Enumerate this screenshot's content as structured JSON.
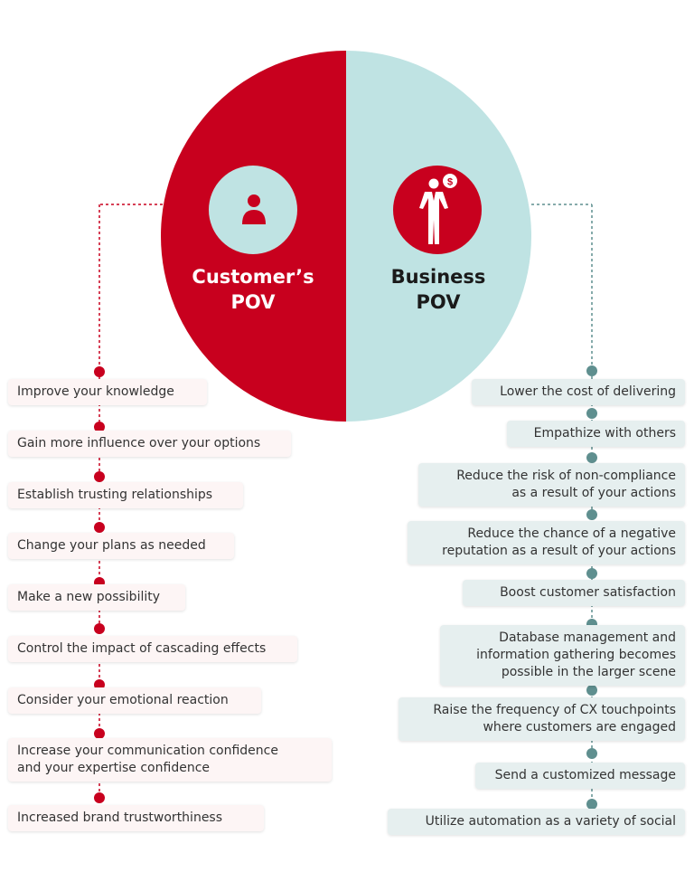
{
  "colors": {
    "customer": "#c8001e",
    "business": "#bfe3e3",
    "customer_connector": "#c8001e",
    "business_connector": "#5f8f8f"
  },
  "customer": {
    "icon": "person-icon",
    "title_lines": [
      "Customer’s",
      "POV"
    ],
    "items": [
      {
        "lines": [
          "Improve your knowledge"
        ]
      },
      {
        "lines": [
          "Gain more influence over your options"
        ]
      },
      {
        "lines": [
          "Establish trusting relationships"
        ]
      },
      {
        "lines": [
          "Change your plans as needed"
        ]
      },
      {
        "lines": [
          "Make a new possibility"
        ]
      },
      {
        "lines": [
          "Control the impact of cascading effects"
        ]
      },
      {
        "lines": [
          "Consider your emotional reaction"
        ]
      },
      {
        "lines": [
          "Increase your communication confidence",
          "and your expertise confidence"
        ]
      },
      {
        "lines": [
          "Increased brand trustworthiness"
        ]
      }
    ]
  },
  "business": {
    "icon": "businessman-dollar-icon",
    "title_lines": [
      "Business",
      "POV"
    ],
    "items": [
      {
        "lines": [
          "Lower the cost of delivering"
        ]
      },
      {
        "lines": [
          "Empathize with others"
        ]
      },
      {
        "lines": [
          "Reduce the risk of non-compliance",
          "as a result of your actions"
        ]
      },
      {
        "lines": [
          "Reduce the chance of a negative",
          "reputation as a result of your actions"
        ]
      },
      {
        "lines": [
          "Boost customer satisfaction"
        ]
      },
      {
        "lines": [
          "Database management and",
          "information gathering becomes",
          "possible in the larger scene"
        ]
      },
      {
        "lines": [
          "Raise the frequency of CX touchpoints",
          "where customers are engaged"
        ]
      },
      {
        "lines": [
          "Send a customized message"
        ]
      },
      {
        "lines": [
          "Utilize automation as a variety of social"
        ]
      }
    ]
  }
}
